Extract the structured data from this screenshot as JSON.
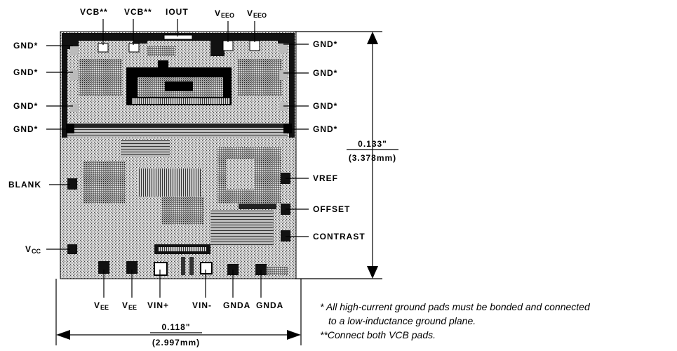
{
  "top_pads": {
    "vcb1": "VCB**",
    "vcb2": "VCB**",
    "iout": "IOUT",
    "veeo1": {
      "main": "V",
      "sub": "EEO"
    },
    "veeo2": {
      "main": "V",
      "sub": "EEO"
    }
  },
  "left_pads": {
    "gnd1": "GND*",
    "gnd2": "GND*",
    "gnd3": "GND*",
    "gnd4": "GND*",
    "blank": "BLANK",
    "vcc": {
      "main": "V",
      "sub": "CC"
    }
  },
  "right_pads": {
    "gnd1": "GND*",
    "gnd2": "GND*",
    "gnd3": "GND*",
    "gnd4": "GND*",
    "vref": "VREF",
    "offset": "OFFSET",
    "contrast": "CONTRAST"
  },
  "bottom_pads": {
    "vee1": {
      "main": "V",
      "sub": "EE"
    },
    "vee2": {
      "main": "V",
      "sub": "EE"
    },
    "vin_plus": "VIN+",
    "vin_minus": "VIN-",
    "gnda1": "GNDA",
    "gnda2": "GNDA"
  },
  "dimensions": {
    "height": {
      "inches": "0.133\"",
      "mm": "(3.378mm)"
    },
    "width": {
      "inches": "0.118\"",
      "mm": "(2.997mm)"
    }
  },
  "notes": {
    "note1_line1": "*  All high-current ground pads must be bonded and connected",
    "note1_line2": "to a low-inductance ground plane.",
    "note2": "**Connect both VCB pads."
  }
}
